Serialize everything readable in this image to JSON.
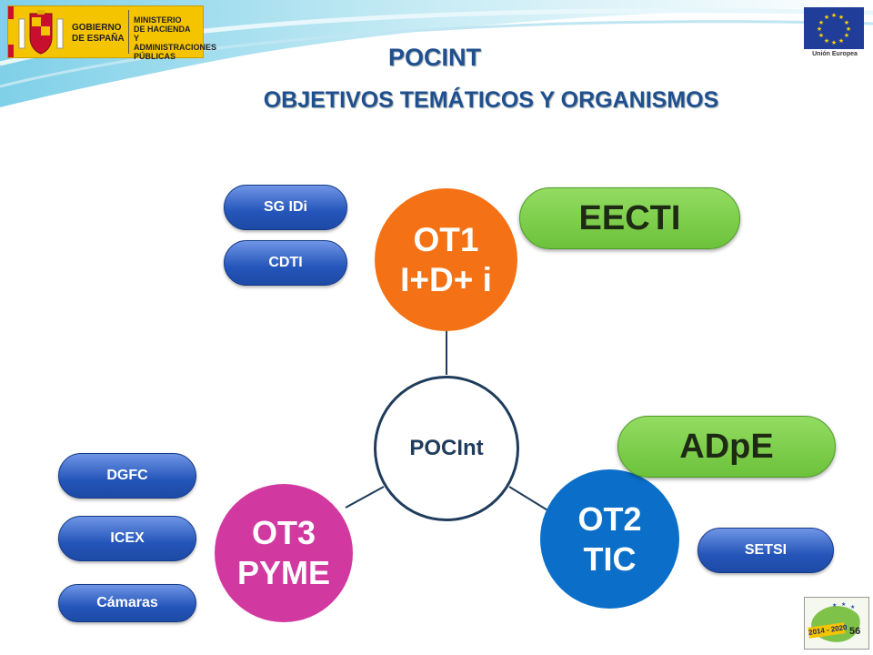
{
  "header": {
    "gov_label_1": "GOBIERNO",
    "gov_label_2": "DE ESPAÑA",
    "ministry_lines": [
      "MINISTERIO",
      "DE HACIENDA",
      "Y ADMINISTRACIONES",
      "PÚBLICAS"
    ],
    "eu_label": "Unión Europea"
  },
  "title": {
    "line1": "POCINT",
    "line2": "OBJETIVOS TEMÁTICOS Y ORGANISMOS"
  },
  "diagram": {
    "center": "POCInt",
    "ot1": {
      "line1": "OT1",
      "line2": "I+D+ i"
    },
    "ot2": {
      "line1": "OT2",
      "line2": "TIC"
    },
    "ot3": {
      "line1": "OT3",
      "line2": "PYME"
    },
    "strategies": {
      "eecti": "EECTI",
      "adpe": "ADpE"
    },
    "organisms": {
      "sgidi": "SG IDi",
      "cdti": "CDTI",
      "dgfc": "DGFC",
      "icex": "ICEX",
      "camaras": "Cámaras",
      "setsi": "SETSI"
    }
  },
  "footer": {
    "badge_text": "2014 - 2020",
    "page_number": "56"
  },
  "colors": {
    "ot1": "#f47215",
    "ot2": "#0b6fc9",
    "ot3": "#d239a0",
    "center_border": "#1f3c5c",
    "title": "#1f4f8f",
    "pill_blue": "#2455b9",
    "pill_green": "#6cc23a"
  },
  "icons": [
    "spain-coat-of-arms-icon",
    "eu-flag-icon",
    "period-badge-icon"
  ]
}
